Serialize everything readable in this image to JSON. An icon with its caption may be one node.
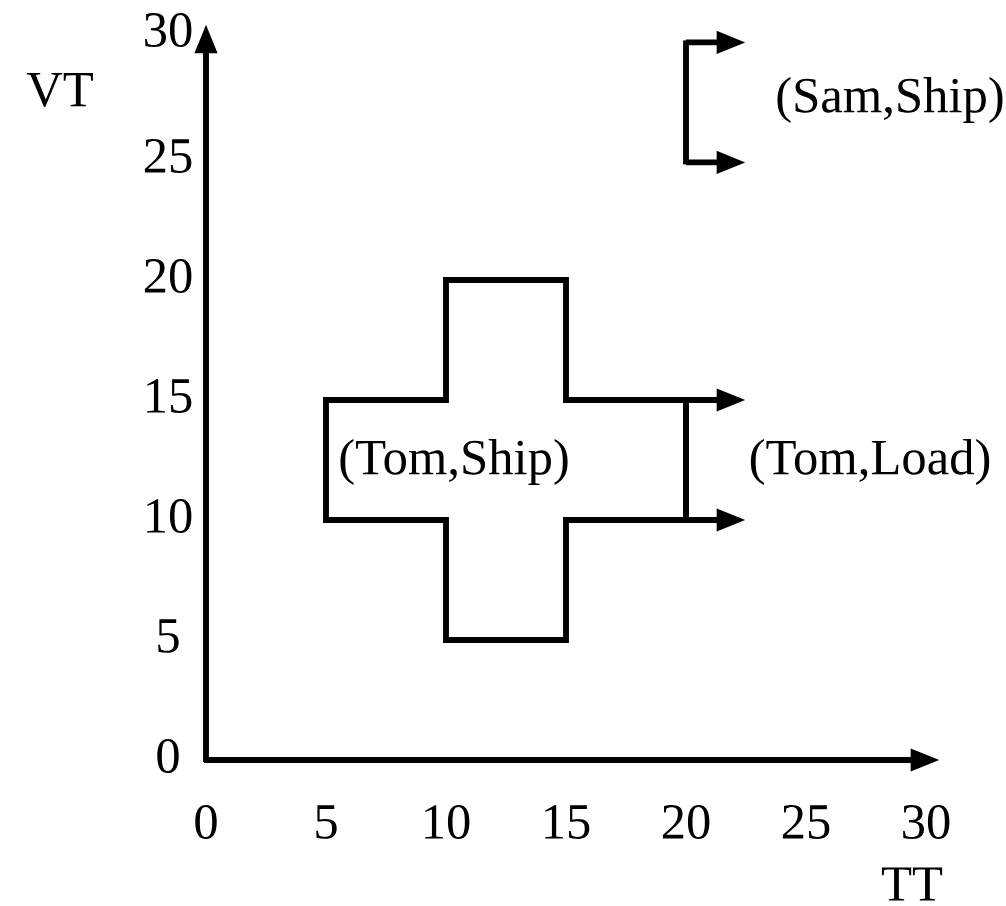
{
  "diagram": {
    "nodes": [
      {
        "text": [
          "(Tom,Ship)"
        ]
      },
      {
        "text": [
          "(Tom,Load)"
        ]
      },
      {
        "text": [
          "(Sam,Ship)"
        ]
      }
    ],
    "labels": [
      "30",
      "VT",
      "25",
      "20",
      "15",
      "10",
      "5",
      "0",
      "0",
      "5",
      "10",
      "15",
      "20",
      "25",
      "30",
      "TT"
    ]
  }
}
